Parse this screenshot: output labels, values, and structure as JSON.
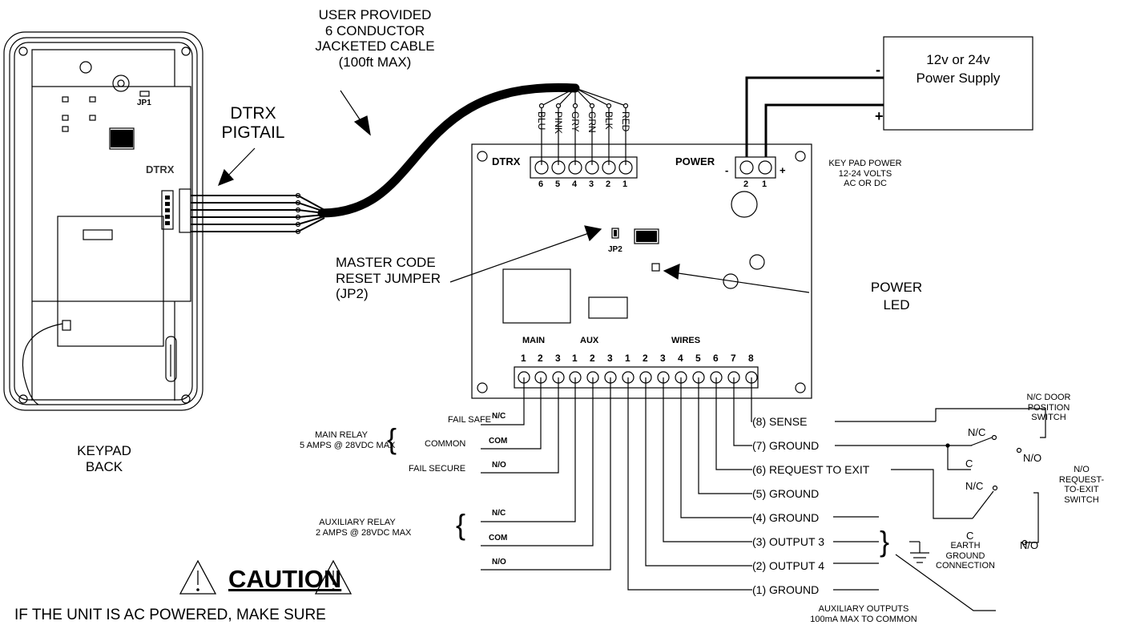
{
  "labels": {
    "cable_l1": "USER PROVIDED",
    "cable_l2": "6 CONDUCTOR",
    "cable_l3": "JACKETED CABLE",
    "cable_l4": "(100ft MAX)",
    "pigtail_l1": "DTRX",
    "pigtail_l2": "PIGTAIL",
    "keypad_dtrx": "DTRX",
    "jp1": "JP1",
    "keypad_back_l1": "KEYPAD",
    "keypad_back_l2": "BACK",
    "board_dtrx": "DTRX",
    "board_power": "POWER",
    "jp2": "JP2",
    "master_l1": "MASTER CODE",
    "master_l2": "RESET JUMPER",
    "master_l3": "(JP2)",
    "power_led_l1": "POWER",
    "power_led_l2": "LED",
    "psu_l1": "12v or 24v",
    "psu_l2": "Power Supply",
    "psu_minus": "-",
    "psu_plus": "+",
    "board_minus": "-",
    "board_plus": "+",
    "kpp_l1": "KEY PAD POWER",
    "kpp_l2": "12-24 VOLTS",
    "kpp_l3": "AC OR DC",
    "main": "MAIN",
    "aux": "AUX",
    "wires": "WIRES",
    "main_relay_l1": "MAIN RELAY",
    "main_relay_l2": "5 AMPS @ 28VDC MAX",
    "aux_relay_l1": "AUXILIARY RELAY",
    "aux_relay_l2": "2 AMPS @ 28VDC MAX",
    "fail_safe": "FAIL SAFE",
    "common": "COMMON",
    "fail_secure": "FAIL SECURE",
    "nc": "N/C",
    "com": "COM",
    "no": "N/O",
    "door_l1": "N/C DOOR",
    "door_l2": "POSITION",
    "door_l3": "SWITCH",
    "rte_l1": "N/O",
    "rte_l2": "REQUEST-",
    "rte_l3": "TO-EXIT",
    "rte_l4": "SWITCH",
    "c": "C",
    "earth_l1": "EARTH",
    "earth_l2": "GROUND",
    "earth_l3": "CONNECTION",
    "auxout_l1": "AUXILIARY OUTPUTS",
    "auxout_l2": "100mA MAX TO COMMON",
    "caution": "CAUTION",
    "caution_text": "IF THE UNIT IS AC POWERED, MAKE SURE"
  },
  "wire_colors": [
    "BLU",
    "PINK",
    "GRY",
    "GRN",
    "BLK",
    "RED"
  ],
  "dtrx_numbers": [
    "6",
    "5",
    "4",
    "3",
    "2",
    "1"
  ],
  "power_numbers": [
    "2",
    "1"
  ],
  "terminal_numbers": [
    "1",
    "2",
    "3",
    "1",
    "2",
    "3",
    "1",
    "2",
    "3",
    "4",
    "5",
    "6",
    "7",
    "8"
  ],
  "wire_functions": [
    "(8) SENSE",
    "(7) GROUND",
    "(6) REQUEST TO EXIT",
    "(5) GROUND",
    "(4) GROUND",
    "(3) OUTPUT 3",
    "(2) OUTPUT 4",
    "(1) GROUND"
  ]
}
